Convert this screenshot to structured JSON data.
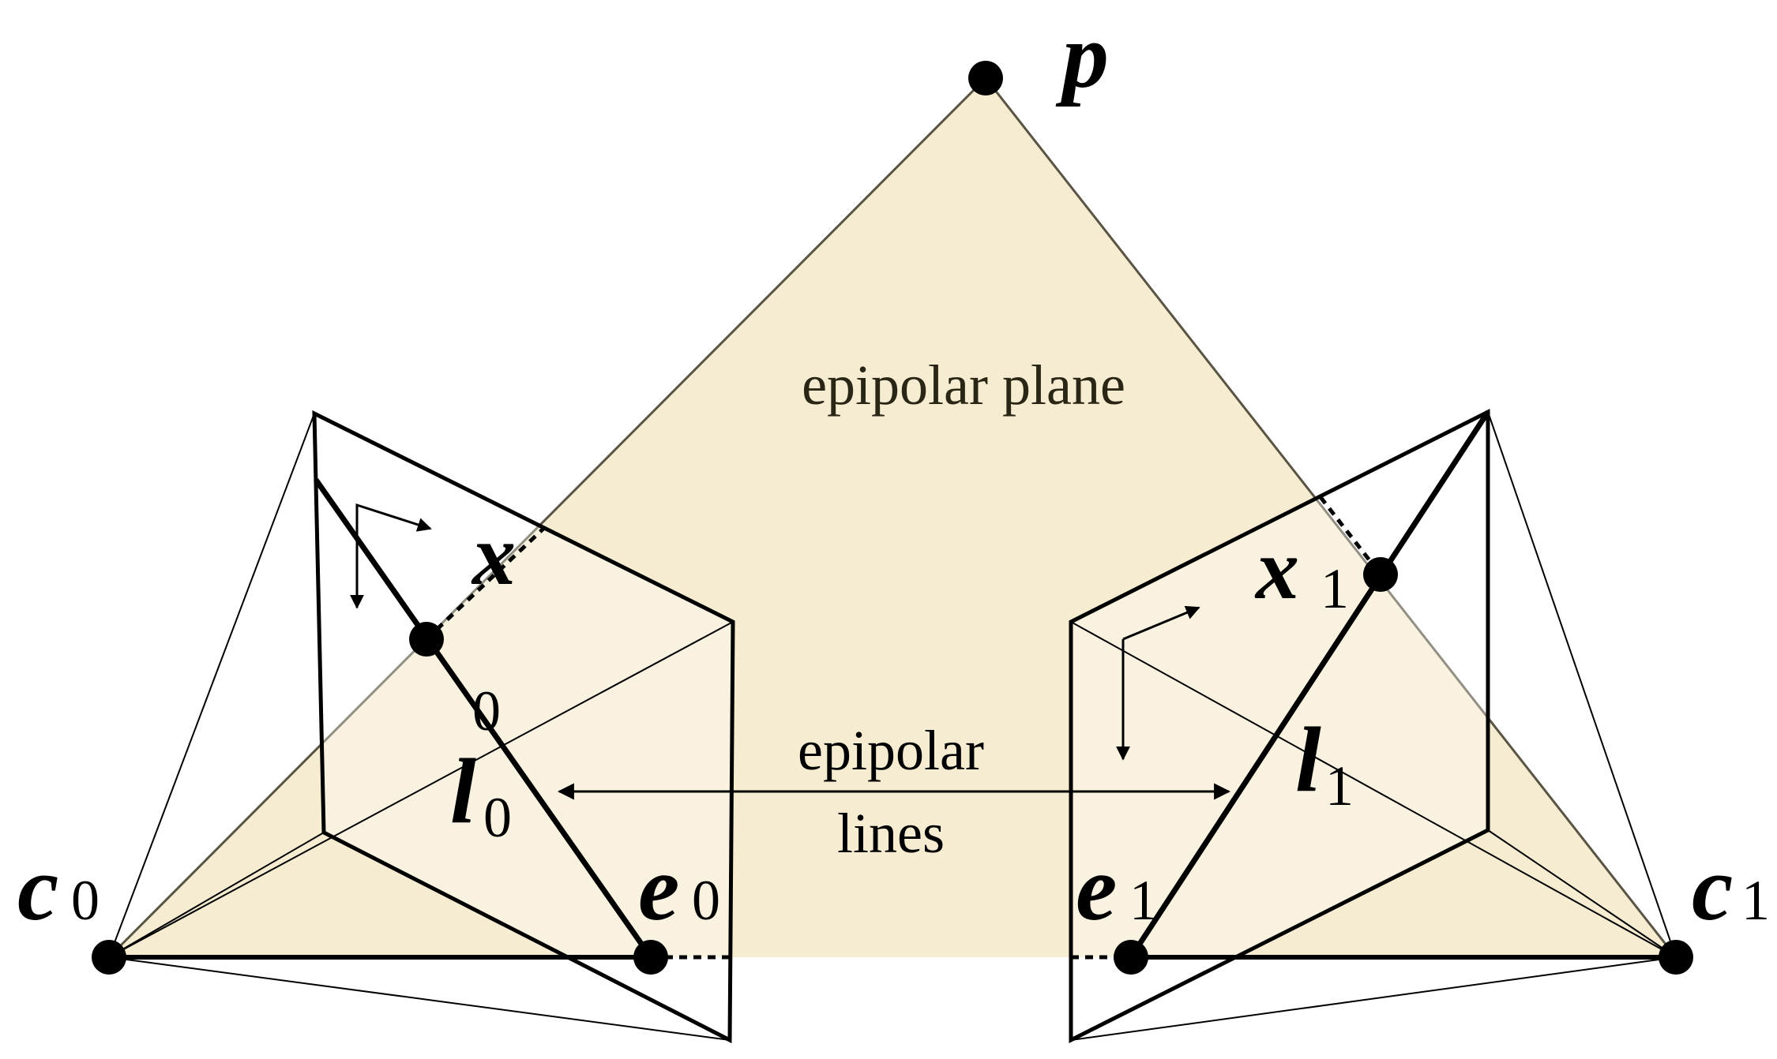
{
  "labels": {
    "plane": "epipolar plane",
    "lines_top": "epipolar",
    "lines_bottom": "lines"
  },
  "points": {
    "p": {
      "symbol": "p",
      "sub": ""
    },
    "x0": {
      "symbol": "x",
      "sub": "0"
    },
    "x1": {
      "symbol": "x",
      "sub": "1"
    },
    "c0": {
      "symbol": "c",
      "sub": "0"
    },
    "c1": {
      "symbol": "c",
      "sub": "1"
    },
    "e0": {
      "symbol": "e",
      "sub": "0"
    },
    "e1": {
      "symbol": "e",
      "sub": "1"
    },
    "l0": {
      "symbol": "l",
      "sub": "0"
    },
    "l1": {
      "symbol": "l",
      "sub": "1"
    }
  },
  "colors": {
    "plane_fill": "#f6ecd2",
    "ink": "#000000"
  }
}
